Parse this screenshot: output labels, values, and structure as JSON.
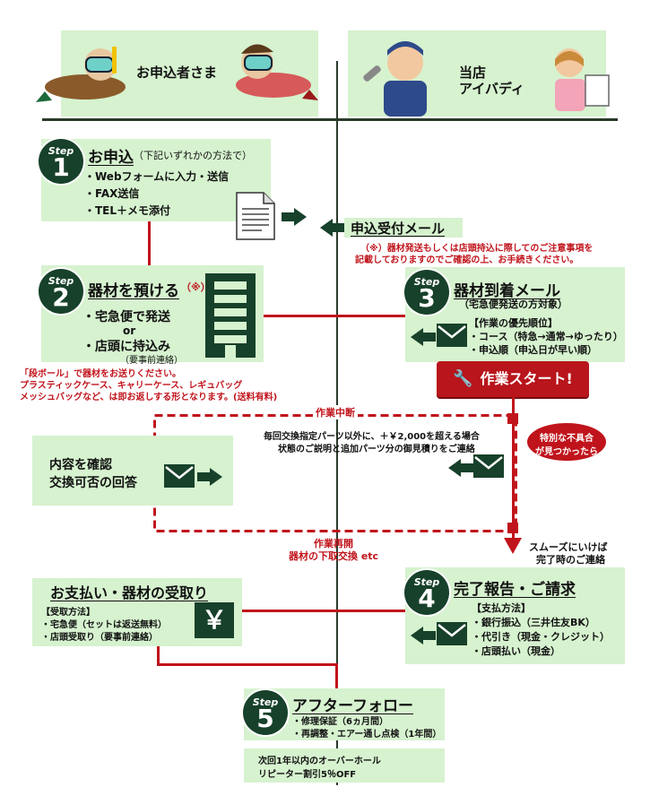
{
  "header": {
    "customer_label": "お申込者さま",
    "shop_label_1": "当店",
    "shop_label_2": "アイバディ"
  },
  "step1": {
    "step_word": "Step",
    "number": "1",
    "title": "お申込",
    "note": "（下記いずれかの方法で）",
    "items": [
      "・Webフォームに入力・送信",
      "・FAX送信",
      "・TEL＋メモ添付"
    ]
  },
  "reception": {
    "title": "申込受付メール",
    "note_1": "（※）器材発送もしくは店頭持込に際してのご注意事項を",
    "note_2": "記載しておりますのでご確認の上、お手続きください。"
  },
  "step2": {
    "step_word": "Step",
    "number": "2",
    "title": "器材を預ける",
    "mark": "（※）",
    "option_1": "・宅急便で発送",
    "or": "or",
    "option_2": "・店頭に持込み",
    "option_2_note": "（要事前連絡）",
    "warning_1": "「段ボール」で器材をお送りください。",
    "warning_2": "プラスティックケース、キャリーケース、レギュバッグ",
    "warning_3": "メッシュバッグなど、は即お返しする形となります。(送料有料)"
  },
  "step3": {
    "step_word": "Step",
    "number": "3",
    "title": "器材到着メール",
    "note": "（宅急便発送の方対象）",
    "priority_title": "【作業の優先順位】",
    "priority_1": "・コース（特急→通常→ゆったり）",
    "priority_2": "・申込順（申込日が早い順）"
  },
  "work_start": {
    "label": "作業スタート!"
  },
  "interrupt": {
    "label": "作業中断",
    "message_1": "毎回交換指定パーツ以外に、＋￥2,000を超える場合",
    "message_2": "状態のご説明と追加パーツ分の御見積りをご連絡",
    "bubble_1": "特別な不具合",
    "bubble_2": "が見つかったら"
  },
  "confirm": {
    "line_1": "内容を確認",
    "line_2": "交換可否の回答"
  },
  "resume": {
    "label": "作業再開",
    "note": "器材の下取交換 etc"
  },
  "smooth": {
    "line_1": "スムーズにいけば",
    "line_2": "完了時のご連絡"
  },
  "step4": {
    "step_word": "Step",
    "number": "4",
    "title": "完了報告・ご請求",
    "payment_title": "【支払方法】",
    "payment_1": "・銀行振込（三井住友BK）",
    "payment_2": "・代引き（現金・クレジット）",
    "payment_3": "・店頭払い（現金）"
  },
  "payment": {
    "title": "お支払い・器材の受取り",
    "receive_title": "【受取方法】",
    "receive_1": "・宅急便（セットは返送無料）",
    "receive_2": "・店頭受取り（要事前連絡）",
    "yen": "￥"
  },
  "step5": {
    "step_word": "Step",
    "number": "5",
    "title": "アフターフォロー",
    "item_1": "・修理保証（6ヵ月間）",
    "item_2": "・再調整・エアー通し点検（1年間）"
  },
  "overhaul": {
    "line_1": "次回1年以内のオーバーホール",
    "line_2": "リピーター割引5％OFF"
  },
  "colors": {
    "accent_red": "#c0141c",
    "dark_green": "#17412a",
    "panel_green": "#d6f2cf"
  }
}
